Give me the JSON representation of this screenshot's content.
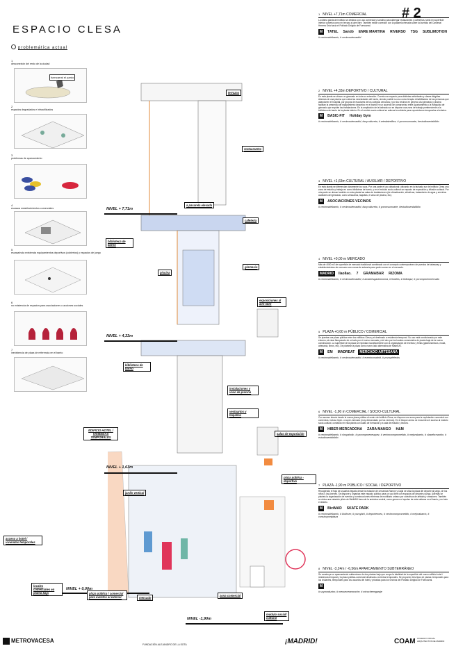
{
  "header": {
    "title": "ESPACIO CLESA",
    "subtitle": "problemática actual",
    "sheet_number": "# 2"
  },
  "problems": [
    {
      "num": "1",
      "text": "desconexión del resto de la ciudad",
      "sketch_label": "fuencarral el pardo"
    },
    {
      "num": "2",
      "text": "espacios degradados e infrautilizados"
    },
    {
      "num": "3",
      "text": "problemas de aparcamiento"
    },
    {
      "num": "4",
      "text": "escasos establecimientos comerciales"
    },
    {
      "num": "5",
      "text": "escasa/nula existencia equipamientos deportivos (cubiertos) y espacios de juego"
    },
    {
      "num": "6",
      "text": "no existencia de espacios para asociaciones o acciones sociales"
    },
    {
      "num": "7",
      "text": "inexistencia de plaza de referencia en el barrio"
    }
  ],
  "plan_labels": {
    "terrazas": "terrazas",
    "restaurantes": "restaurantes",
    "pasarela": "a pasarela elevada",
    "cafeteria": "cafetería",
    "biblioteca1": "biblioteca de barrio",
    "gimnasio": "gimnasio",
    "piscina": "piscina",
    "exposiciones": "exposiciones al aire libre",
    "biblioteca2": "biblioteca de barrio",
    "instalaciones": "instalaciones y vaso de piscina",
    "vestuarios": "vestuarios y taquillas",
    "salas": "salas de exposición",
    "edificio": "EDIFICIO HOTEL / VIVIENDAS TEMPORALES",
    "jardin": "jardín vertical",
    "plaza_dep": "plaza pública - deportiva",
    "acceso": "acceso a hotel / viviendas temporales",
    "locales": "locales comerciales en planta baja",
    "plaza_com": "plaza pública / comercial para eventos al exterior",
    "mercado": "mercado",
    "zona_com": "zona comercial",
    "modulo": "módulo social/ cultural"
  },
  "levels": [
    "NIVEL + 7,71m",
    "NIVEL + 4,33m",
    "NIVEL + 1,63m",
    "NIVEL + 0,00m",
    "NIVEL -1,90m"
  ],
  "sections": [
    {
      "num": "1",
      "head": "NIVEL +7,71m  COMERCIAL",
      "text": "La última planta del edificio se destina a un uso comercial y lucrativo para albergar restaurantes y cafeterías, tanto en superficie interior cubierta como en terraza al aire libre. También existe conexión con la pasarela elevada sobre la Avenida del Cardenal Herrera Oria hacia el Poblado Dirigido de Fuencarral.",
      "logos": [
        "M",
        "TATEL",
        "Sandó",
        "ENRE MARTINA",
        "RIVERSO",
        "TSG",
        "SUBLIMOTION"
      ],
      "target": "# vecinosdelbarrio, # vecinosdemadrid"
    },
    {
      "num": "2",
      "head": "NIVEL +4,33m  DEPORTIVO / CULTURAL",
      "text": "En esta planta se ubican un gimnasio en toda su extensión. Cuenta con espacio para distintas actividades y clases dirigidas. Además de una piscina que cubra las necesidades del barrio, siendo posible su uso como terapia rehabilitadora de las personas que abandonen el hospital, por grupos de escolares de los colegios cercanos y por los vecinos en general. Así gimnasio y piscina facilitan la presencia de equipamiento deportivo en el barrio en un acuerdo de compromiso entre Ayuntamiento y la franquicia de gimnasio que explote las instalaciones. En la ampliación de la fachada sur se dispone una zona de trabajo perteneciente a la biblioteca de barrio de la planta inferior. En el módulo socio-cultural se adecua la cubierta para exposiciones temporales al exterior.",
      "logos": [
        "M",
        "BASIC-FIT",
        "Holiday Gym"
      ],
      "target": "# vecinosdelbarrio, # vecinosdemadrid, #soycultureta, # artealairelibre, # yoconsumoarte, #estudiosenlabiblio"
    },
    {
      "num": "3",
      "head": "NIVEL +1,63m  CULTURAL / AUXILIAR / DEPORTIVO",
      "text": "En esta planta se diferencian claramente los usos. Por una parte el uso dotacional: ubicando en la fachada sur del edificio Clesa una zona de estudio y trabajo en como biblioteca de barrio, y en el módulo socio-cultural un espacio de exposición y difusión cultural. Por otra parte se ubican también en esta planta las salas de instalaciones (de climatización, eléctricas, tratamiento de agua y servicios auxiliares del gimnasio, como vestuarios, taquillas, el vaso de piscina, etc).",
      "logos": [
        "M",
        "ASOCIACIONES VECINOS"
      ],
      "target": "# vecinosdelbarrio, # vecinosdemadrid, #soycultureta, # yoconsumoarte, #estudiosenlabiblio"
    },
    {
      "num": "4",
      "head": "NIVEL +0,00 m  MERCADO",
      "text": "Más de 4000 m2 de superficie de mercado tradicional combinado con el concepto contemporáneo de puestos de takeaway y establecimientos de consumo con zonas de estancia para poder comer en el mercado.",
      "logos": [
        "MADRID",
        "llaollao.",
        "7",
        "GRAMABAR",
        "RIZOMA"
      ],
      "target": "# vecinosdelbarrio, # vecinosdemadrid, # amantesgastronomía, # foodies, # eldeaqui, # yocomproenmercado"
    },
    {
      "num": "5",
      "head": "PLAZA +0,00 m  PÚBLICO / COMERCIAL",
      "text": "Se plantea una plaza pública entre los edificios Clesa y el destinado a residencia temporal. Su uso está condicionado por este entorno; al estar flanqueado de un lado por el nuevo mercado y del otro por los locales comerciales de planta baja de la nueva construcción. La superficie de la plaza se explotará lucrativamente con la organización de eventos y ferias (gastronómicos, moda, artesanía, libros, etc). De plantear la plaza como nuevo lado alternativa de MadrEAT.",
      "logos": [
        "M",
        "EM",
        "MADREAT",
        "MERCADO ARTESANA"
      ],
      "target": "# vecinosdelbarrio, # vecinosdemadrid, # eventosmadrid, # yovoydeferias"
    },
    {
      "num": "6",
      "head": "NIVEL -1,90 m  COMERCIAL / SOCIO-CULTURAL",
      "text": "Con acceso directo desde la nueva plaza pública al centro del edificio Clesa, se dispone una zona para la explotación comercial con comercios, incluso hiper- o super-mercado (muy demandado por los vecinos). En el bloque anexo se encuentra el acceso al módulo socio-cultural, contando en esta planta con salas de formación y a sala de estudio y lectura.",
      "logos": [
        "M",
        "HIBER MERCADONA",
        "ZARA MANGO",
        "H&M"
      ],
      "target": "# vecinosdelbarrio, # shopaholic, # yocomproenesquez, # vecinocomprometido, # mejorabarrio, # claseformación, # estudiosenlabiblio"
    },
    {
      "num": "7",
      "head": "PLAZA -1,90 m  PÚBLICO / SOCIAL / DEPORTIVO",
      "text": "Recogiendo el flujo de usuarios llegado desde la estación de cercanías Ramón y Cajal se sitúa la plaza del deporte al juego, de los niños y los jóvenes. Se dispone y organiza este espacio público para un uso libre con espacios de deporte y juego. Además se plantea la organización de eventos y construcciones efímeras de mobiliario urbano por colectivos de artistas y creadores. También se ubica una estación piloto de BiciMAD fuera de la anémica central, como germen e impulso de este sistema en el barrio y en todo el distrito.",
      "logos": [
        "M",
        "BiciMAD",
        "SKATE PARK"
      ],
      "target": "# vecinosdelbarrio, # bicilover, # yovoybici, # deportenoeu, # vecinocomprometido, # mejorabarrio, # construyomiplaza"
    },
    {
      "num": "8",
      "head": "NIVEL -3,24m / -6,56m  APARCAMIENTO SUBTERRÁNEO",
      "text": "Se construye un aparcamiento subterráneo de dos plantas bajo que ocupa la totalidad de la superficie del nuevo edificio hotel / residencia temporal y la plaza pública-comercial destinada a eventos temporales. Se proponen tres tipos de plazas: temporales para los visitantes, temporales para los usuarios del hotel y privadas para los vecinos del Poblado Dirigido de Fuencarral.",
      "logos": [
        "M"
      ],
      "target": "# soyconductor, # menuevesencoche, # micocheengaraje"
    }
  ],
  "footer": {
    "left": "METROVACESA",
    "center": "FUNDACIÓN ALEJANDRO DE LA SOTA",
    "madrid": "¡MADRID!",
    "coam": "COAM",
    "coam_sub": "COLEGIO OFICIAL ARQUITECTOS DE MADRID"
  },
  "colors": {
    "plan_blue": "#c9d6ef",
    "plan_orange": "#f7c7a6",
    "accent_red": "#e0355a"
  }
}
